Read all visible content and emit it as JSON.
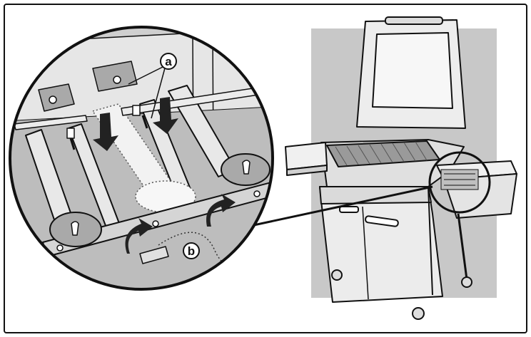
{
  "diagram": {
    "callouts": [
      {
        "id": "a",
        "label": "a"
      },
      {
        "id": "b",
        "label": "b"
      }
    ],
    "colors": {
      "outline": "#111111",
      "background_panel": "#c8c8c8",
      "magnifier_fill": "#cfcfcf",
      "metal_light": "#e8e8e8",
      "metal_mid": "#a9a9a9",
      "grate": "#9a9a9a"
    }
  }
}
